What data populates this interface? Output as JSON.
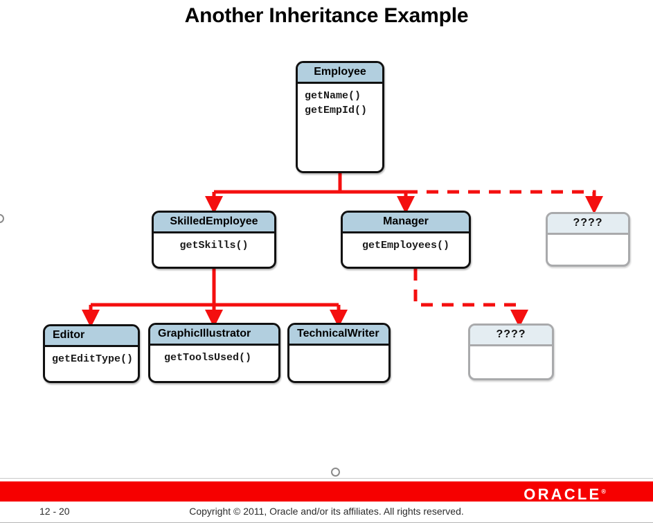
{
  "slide": {
    "title": "Another Inheritance Example"
  },
  "diagram": {
    "type": "uml-class-inheritance",
    "boxes": [
      {
        "id": "employee",
        "name": "Employee",
        "methods": [
          "getName()",
          "getEmpId()"
        ],
        "style": "solid"
      },
      {
        "id": "skilledemployee",
        "name": "SkilledEmployee",
        "methods": [
          "getSkills()"
        ],
        "style": "solid"
      },
      {
        "id": "manager",
        "name": "Manager",
        "methods": [
          "getEmployees()"
        ],
        "style": "solid"
      },
      {
        "id": "ghost-top",
        "name": "????",
        "methods": [],
        "style": "ghost"
      },
      {
        "id": "editor",
        "name": "Editor",
        "methods": [
          "getEditType()"
        ],
        "style": "solid"
      },
      {
        "id": "graphicillustrator",
        "name": "GraphicIllustrator",
        "methods": [
          "getToolsUsed()"
        ],
        "style": "solid"
      },
      {
        "id": "technicalwriter",
        "name": "TechnicalWriter",
        "methods": [],
        "style": "solid"
      },
      {
        "id": "ghost-bottom",
        "name": "????",
        "methods": [],
        "style": "ghost"
      }
    ],
    "edges": [
      {
        "from": "employee",
        "to": "skilledemployee",
        "line": "solid"
      },
      {
        "from": "employee",
        "to": "manager",
        "line": "solid"
      },
      {
        "from": "employee",
        "to": "ghost-top",
        "line": "dashed"
      },
      {
        "from": "skilledemployee",
        "to": "editor",
        "line": "solid"
      },
      {
        "from": "skilledemployee",
        "to": "graphicillustrator",
        "line": "solid"
      },
      {
        "from": "skilledemployee",
        "to": "technicalwriter",
        "line": "solid"
      },
      {
        "from": "manager",
        "to": "ghost-bottom",
        "line": "dashed"
      }
    ]
  },
  "colors": {
    "connector": "#f40f0f",
    "header_fill": "#b2cfdf",
    "ghost_header_fill": "#e4edf2",
    "ghost_border": "#a9aaac",
    "box_border": "#111111",
    "oracle_red": "#f60000"
  },
  "footer": {
    "page_number": "12 - 20",
    "copyright": "Copyright © 2011, Oracle and/or its affiliates. All rights reserved.",
    "logo": "ORACLE",
    "logo_mark": "®"
  }
}
